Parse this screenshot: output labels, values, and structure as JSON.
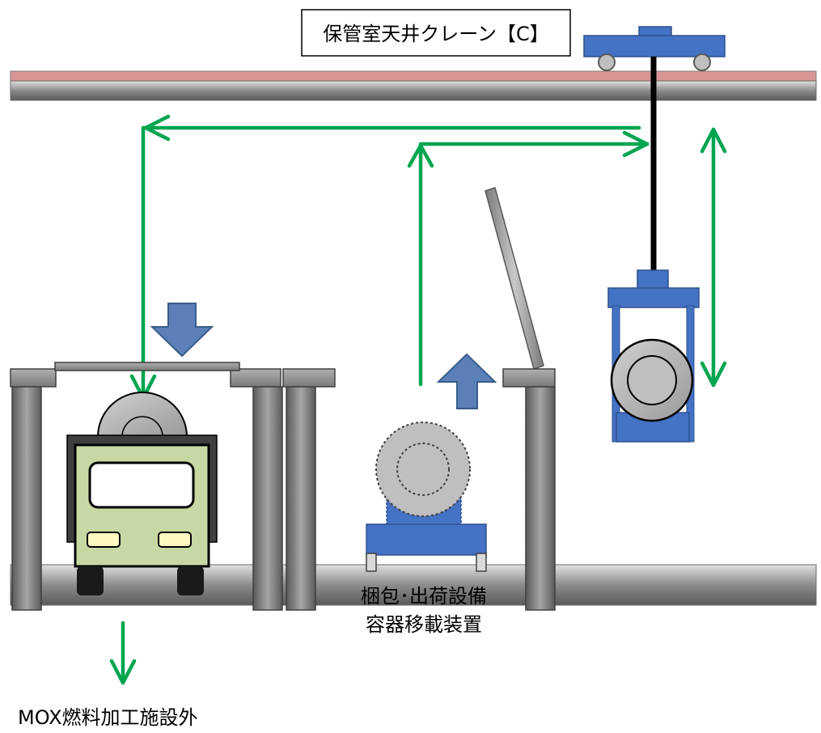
{
  "labels": {
    "crane": "保管室天井クレーン【C】",
    "device_line1": "梱包･出荷設備",
    "device_line2": "容器移載装置",
    "destination": "MOX燃料加工施設外"
  },
  "colors": {
    "flow_arrow": "#00A550",
    "equipment_blue": "#4472C4",
    "block_arrow": "#5B7FB8",
    "truck_body": "#C8D8A4",
    "truck_light": "#FFF8C0",
    "rail_red": "#D99694",
    "concrete_gray": "#8C8C8C",
    "cask_gray": "#BFBFBF"
  },
  "icons": {
    "down_block_arrow": "arrow-down-icon",
    "up_block_arrow": "arrow-up-icon"
  }
}
